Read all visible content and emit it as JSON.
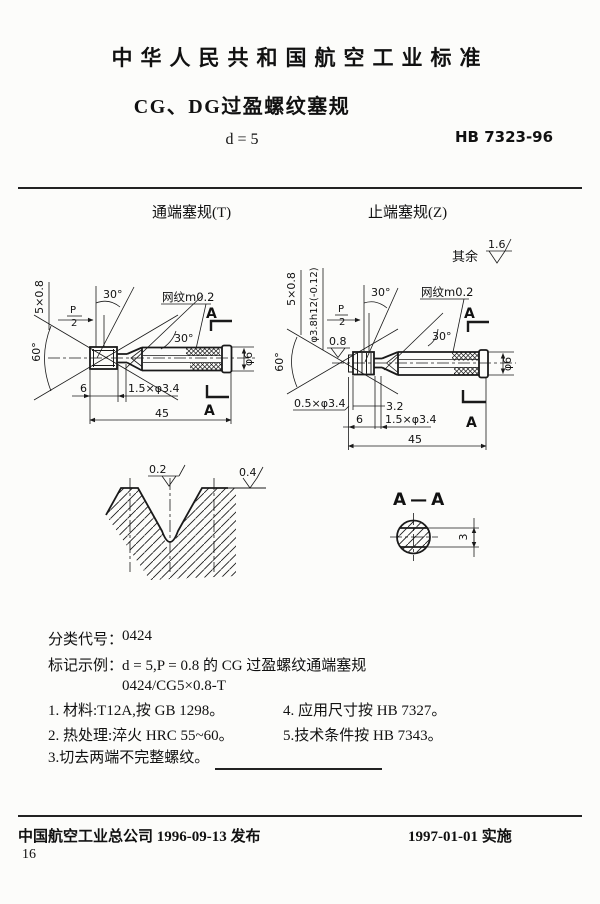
{
  "header": {
    "standard_title": "中华人民共和国航空工业标准",
    "product_title": "CG、DG过盈螺纹塞规",
    "spec": "d = 5",
    "standard_number": "HB 7323-96"
  },
  "drawings": {
    "go": {
      "title": "通端塞规(T)",
      "thread_spec": "5×0.8",
      "thread_angle": "60°",
      "chamfer_angle": "30°",
      "pitch_num": "P",
      "pitch_den": "2",
      "cone_angle": "30°",
      "knurl_note": "网纹m0.2",
      "section_letter": "A",
      "handle_dia": "φ6",
      "dim_head": "6",
      "dim_neck": "1.5×φ3.4",
      "dim_total": "45"
    },
    "nogo": {
      "title": "止端塞规(Z)",
      "surface_rest": "其余",
      "surface_rest_value": "1.6",
      "thread_spec": "5×0.8",
      "gauge_dia": "φ3.8h12(-0.12)",
      "surface_thread": "0.8",
      "thread_angle": "60°",
      "chamfer_angle": "30°",
      "pitch_num": "P",
      "pitch_den": "2",
      "cone_angle": "30°",
      "knurl_note": "网纹m0.2",
      "section_letter": "A",
      "handle_dia": "φ6",
      "dim_disc": "0.5×φ3.4",
      "dim_thread": "3.2",
      "dim_head": "6",
      "dim_neck": "1.5×φ3.4",
      "dim_total": "45"
    },
    "thread_detail": {
      "surface_flank": "0.2",
      "surface_crest": "0.4"
    },
    "section": {
      "title": "A—A",
      "across_flats": "3"
    }
  },
  "body": {
    "class_code_label": "分类代号：",
    "class_code": "0424",
    "example_label": "标记示例：",
    "example_text": "d = 5,P = 0.8 的 CG 过盈螺纹通端塞规",
    "example_code": "0424/CG5×0.8-T",
    "notes_col1": [
      "1. 材料:T12A,按 GB 1298。",
      "2. 热处理:淬火 HRC 55~60。",
      "3.切去两端不完整螺纹。"
    ],
    "notes_col2": [
      "4. 应用尺寸按 HB 7327。",
      "5.技术条件按 HB 7343。"
    ]
  },
  "footer": {
    "publisher": "中国航空工业总公司 1996-09-13 发布",
    "implementation": "1997-01-01 实施",
    "page_number": "16"
  }
}
